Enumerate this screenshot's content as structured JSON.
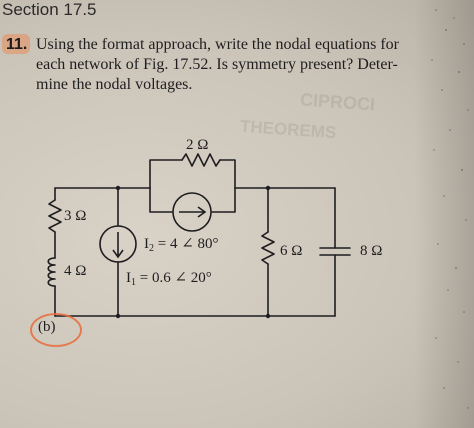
{
  "section": {
    "header": "Section 17.5"
  },
  "problem": {
    "number": "11.",
    "lines": [
      "Using the format approach, write the nodal equations for",
      "each network of Fig. 17.52. Is symmetry present? Deter-",
      "mine the nodal voltages."
    ]
  },
  "circuit": {
    "r_top": "2 Ω",
    "r_left_upper": "3 Ω",
    "r_left_lower": "4 Ω",
    "source_i2": {
      "prefix": "I",
      "sub": "2",
      "value": " = 4 ∠ 80°"
    },
    "source_i1": {
      "prefix": "I",
      "sub": "1",
      "value": " = 0.6 ∠ 20°"
    },
    "r_right": "6 Ω",
    "c_right": "8 Ω",
    "figure_label": "(b)"
  },
  "colors": {
    "paper": "#cdc6bb",
    "ink": "#1c1b1d",
    "highlighter": "#e86c3c"
  }
}
